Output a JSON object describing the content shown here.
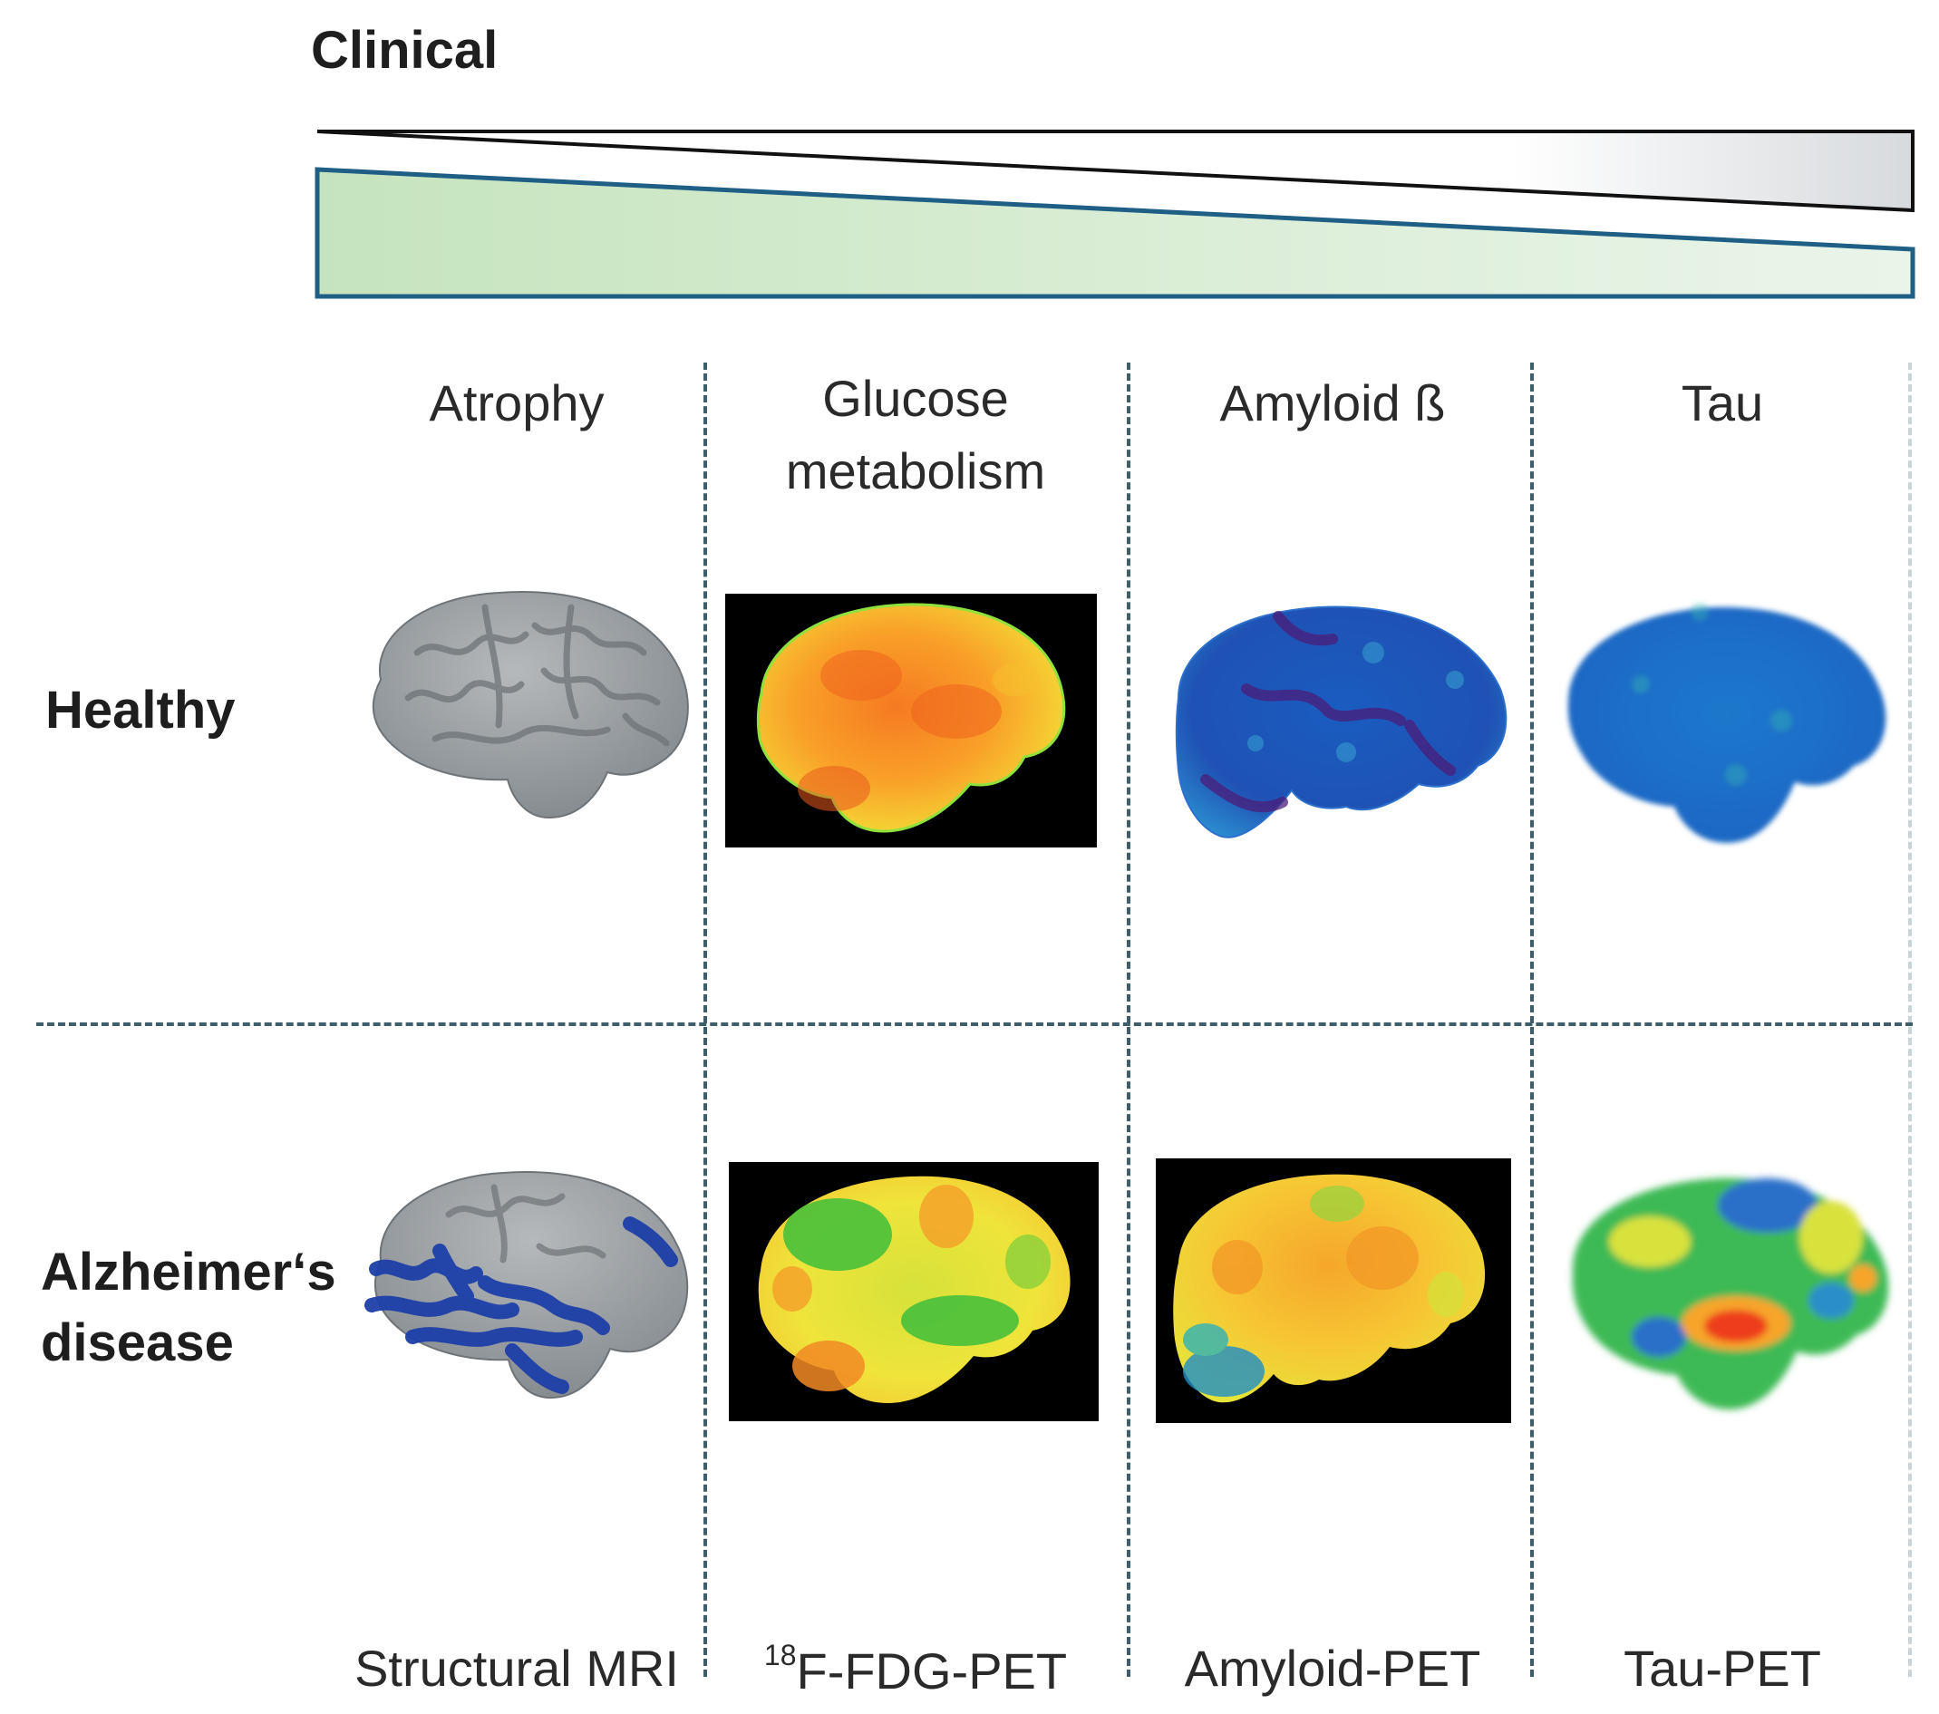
{
  "title": "Clinical",
  "columns": [
    {
      "heading_line1": "Atrophy",
      "heading_line2": "",
      "modality": "Structural MRI"
    },
    {
      "heading_line1": "Glucose",
      "heading_line2": "metabolism",
      "modality_sup": "18",
      "modality": "F-FDG-PET"
    },
    {
      "heading_line1": "Amyloid ß",
      "heading_line2": "",
      "modality": "Amyloid-PET"
    },
    {
      "heading_line1": "Tau",
      "heading_line2": "",
      "modality": "Tau-PET"
    }
  ],
  "rows": [
    {
      "label_line1": "Healthy",
      "label_line2": ""
    },
    {
      "label_line1": "Alzheimer‘s",
      "label_line2": "disease"
    }
  ],
  "colors": {
    "divider": "#3f5e6b",
    "wedge_fill": "#c8e6c0",
    "wedge_stroke": "#1f5f86",
    "brain_gray": "#9ea3a6",
    "atrophy_blue": "#1d3fa8"
  }
}
